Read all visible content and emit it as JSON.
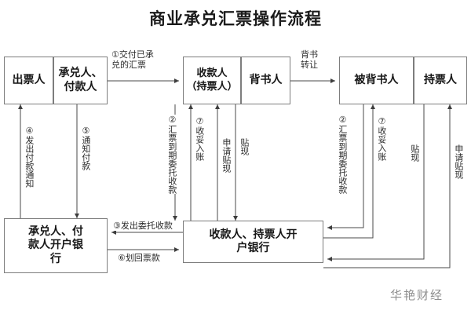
{
  "title": "商业承兑汇票操作流程",
  "watermark": "华艳财经",
  "boxes": {
    "drawer": "出票人",
    "acceptor_payer": "承兑人、\n付款人",
    "payee_holder": "收款人\n（持票人）",
    "endorser": "背书人",
    "endorsee": "被背书人",
    "holder": "持票人",
    "acceptor_bank": "承兑人、付\n款人开户银\n行",
    "payee_bank": "收款人、持票人开\n户银行"
  },
  "edge_labels": {
    "deliver_accepted_bill": "①交付已承\n兑的汇票",
    "endorsement_transfer": "背书\n转让",
    "issue_collection_entrust": "③发出委托收款",
    "transfer_back_funds": "⑥划回票款",
    "send_payment_notice": "④发出付款通知",
    "notify_payment": "⑤通知付款",
    "bill_due_entrust_collection_left": "②汇票到期委托收款",
    "received_credited_left": "⑦收妥入账",
    "apply_discount_left": "申请贴现",
    "discount_left": "贴现",
    "bill_due_entrust_collection_right": "②汇票到期委托收款",
    "received_credited_right": "⑦收妥入账",
    "discount_right": "贴现",
    "apply_discount_right": "申请贴现"
  },
  "colors": {
    "box_border": "#7d7d7d",
    "line": "#4a4a4a",
    "text": "#171717",
    "label_text": "#2a2a2a",
    "background": "#ffffff",
    "watermark": "#8e8e8e"
  }
}
